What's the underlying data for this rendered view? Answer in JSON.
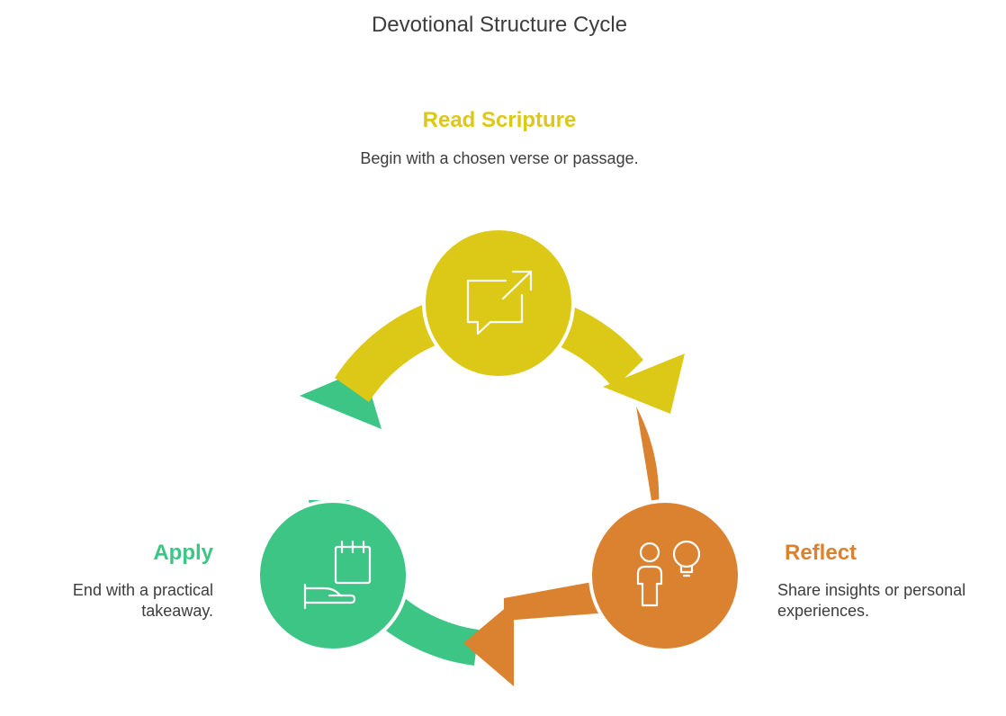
{
  "title": "Devotional Structure Cycle",
  "colors": {
    "read": "#DCC816",
    "reflect": "#DB8230",
    "apply": "#3DC585",
    "text": "#3d3d3d"
  },
  "steps": [
    {
      "id": "read",
      "title": "Read Scripture",
      "description": "Begin with a chosen verse or passage.",
      "icon": "share-chat-icon"
    },
    {
      "id": "reflect",
      "title": "Reflect",
      "description": "Share insights or personal experiences.",
      "icon": "person-idea-icon"
    },
    {
      "id": "apply",
      "title": "Apply",
      "description": "End with a practical takeaway.",
      "icon": "calendar-hand-icon"
    }
  ]
}
